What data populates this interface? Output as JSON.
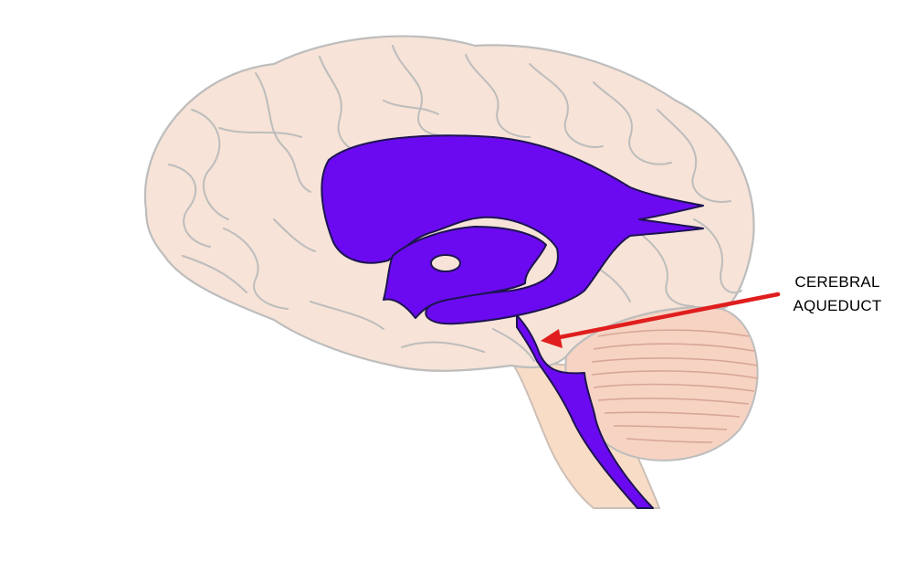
{
  "labels": {
    "structure_line1": "CEREBRAL",
    "structure_line2": "AQUEDUCT"
  },
  "colors": {
    "background": "#ffffff",
    "cerebrum_fill": "#f7e3d7",
    "cerebrum_stroke": "#bdbdbd",
    "cerebellum_fill": "#f6d3c3",
    "brainstem_fill": "#f8dcc6",
    "ventricle_fill": "#6b0af0",
    "ventricle_stroke": "#1c1450",
    "arrow": "#e01e1e"
  },
  "icons": {
    "pointer": "red-arrow"
  }
}
